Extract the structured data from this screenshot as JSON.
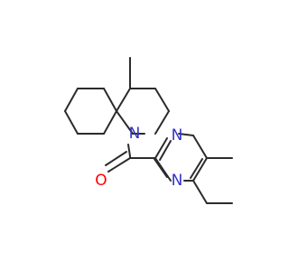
{
  "molecule": {
    "atoms": {
      "n_ring": "N",
      "o_carbonyl": "O",
      "n_pyrazine_top": "N",
      "n_pyrazine_bottom": "N"
    },
    "colors": {
      "bond": "#2b2b2b",
      "nitrogen": "#3333cc",
      "oxygen": "#ff0000",
      "background": "#ffffff"
    }
  }
}
